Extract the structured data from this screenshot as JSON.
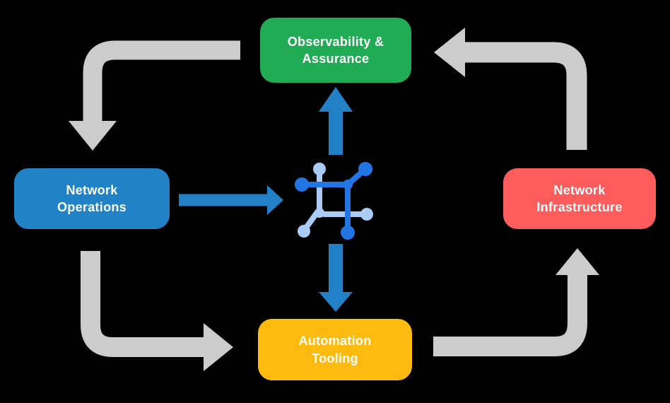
{
  "colors": {
    "background": "#000000",
    "flow_arrow_gray": "#cccccc",
    "data_arrow_blue": "#2180c6",
    "icon_dark_blue": "#2276e4",
    "icon_light_blue": "#a9cbf4",
    "label_text": "#ffffff"
  },
  "boxes": [
    {
      "id": "observability-assurance",
      "label": "Observability &\nAssurance",
      "color": "#22ab55"
    },
    {
      "id": "network-operations",
      "label": "Network\nOperations",
      "color": "#2183c5"
    },
    {
      "id": "network-infrastructure",
      "label": "Network\nInfrastructure",
      "color": "#fd5c5c"
    },
    {
      "id": "automation-tooling",
      "label": "Automation\nTooling",
      "color": "#fdbb10"
    }
  ],
  "center_icon": {
    "name": "network-mesh-icon"
  },
  "edges": [
    {
      "from": "Observability & Assurance",
      "to": "Network Operations",
      "style": "gray-cycle"
    },
    {
      "from": "Network Operations",
      "to": "Automation Tooling",
      "style": "gray-cycle"
    },
    {
      "from": "Automation Tooling",
      "to": "Network Infrastructure",
      "style": "gray-cycle"
    },
    {
      "from": "Network Infrastructure",
      "to": "Observability & Assurance",
      "style": "gray-cycle"
    },
    {
      "from": "Network Operations",
      "to": "center-icon",
      "style": "blue-data"
    },
    {
      "from": "center-icon",
      "to": "Observability & Assurance",
      "style": "blue-data"
    },
    {
      "from": "center-icon",
      "to": "Automation Tooling",
      "style": "blue-data"
    }
  ]
}
